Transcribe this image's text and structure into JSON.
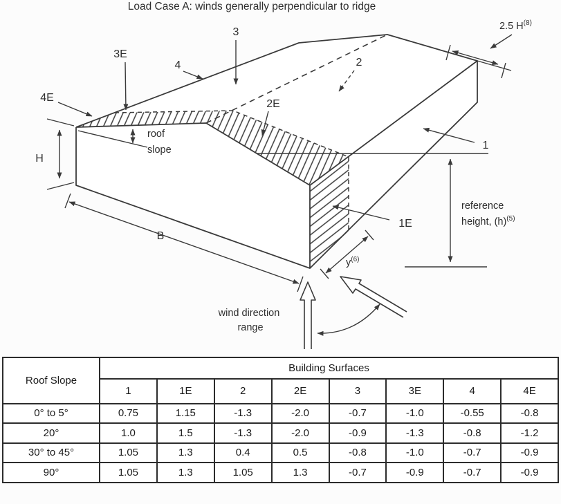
{
  "title": "Load Case A:  winds generally perpendicular to ridge",
  "diagram": {
    "surface_labels": {
      "s1": "1",
      "s1e": "1E",
      "s2": "2",
      "s2e": "2E",
      "s3": "3",
      "s3e": "3E",
      "s4": "4",
      "s4e": "4E"
    },
    "dims": {
      "height": "H",
      "width": "B",
      "roof_slope_line1": "roof",
      "roof_slope_line2": "slope",
      "end_zone": {
        "text": "2.5 H",
        "sup": "(8)"
      },
      "edge_strip": {
        "text": "y",
        "sup": "(6)"
      },
      "ref_height_line1": "reference",
      "ref_height_line2": {
        "text": "height, (h)",
        "sup": "(5)"
      },
      "wind_line1": "wind direction",
      "wind_line2": "range"
    }
  },
  "table": {
    "corner_header": "Roof Slope",
    "group_header": "Building Surfaces",
    "columns": [
      "1",
      "1E",
      "2",
      "2E",
      "3",
      "3E",
      "4",
      "4E"
    ],
    "rows": [
      {
        "label": "0° to 5°",
        "values": [
          "0.75",
          "1.15",
          "-1.3",
          "-2.0",
          "-0.7",
          "-1.0",
          "-0.55",
          "-0.8"
        ]
      },
      {
        "label": "20°",
        "values": [
          "1.0",
          "1.5",
          "-1.3",
          "-2.0",
          "-0.9",
          "-1.3",
          "-0.8",
          "-1.2"
        ]
      },
      {
        "label": "30° to 45°",
        "values": [
          "1.05",
          "1.3",
          "0.4",
          "0.5",
          "-0.8",
          "-1.0",
          "-0.7",
          "-0.9"
        ]
      },
      {
        "label": "90°",
        "values": [
          "1.05",
          "1.3",
          "1.05",
          "1.3",
          "-0.7",
          "-0.9",
          "-0.7",
          "-0.9"
        ]
      }
    ]
  },
  "colors": {
    "ink": "#3a3a3a",
    "background": "#fcfcfc"
  }
}
